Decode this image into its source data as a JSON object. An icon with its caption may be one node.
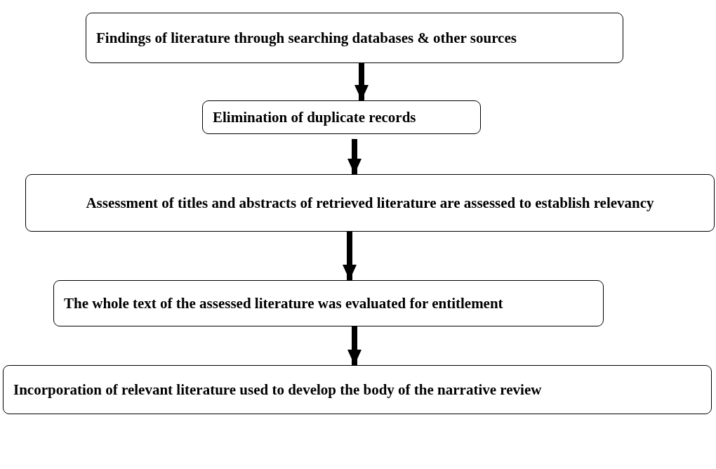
{
  "diagram": {
    "nodes": [
      {
        "text": [
          "Findings of literature through searching databases & other sources"
        ]
      },
      {
        "text": [
          "Elimination of duplicate records"
        ]
      },
      {
        "text": [
          "Assessment of titles and abstracts of retrieved literature are assessed to establish relevancy"
        ]
      },
      {
        "text": [
          "The whole text of the assessed literature was evaluated for entitlement"
        ]
      },
      {
        "text": [
          "Incorporation of relevant literature used to develop the body of the narrative review"
        ]
      }
    ],
    "edges": [
      {
        "from": 0,
        "to": 1,
        "arrow": "to"
      },
      {
        "from": 1,
        "to": 2,
        "arrow": "to"
      },
      {
        "from": 2,
        "to": 3,
        "arrow": "to"
      },
      {
        "from": 3,
        "to": 4,
        "arrow": "to"
      }
    ]
  }
}
